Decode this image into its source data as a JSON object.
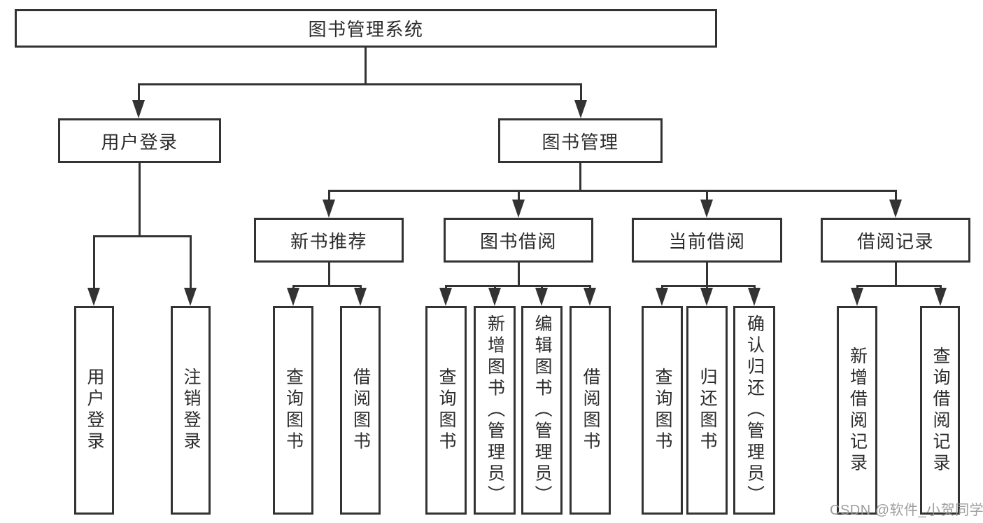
{
  "diagram": {
    "root": {
      "label": "图书管理系统"
    },
    "level2": [
      {
        "label": "用户登录"
      },
      {
        "label": "图书管理"
      }
    ],
    "level3": [
      {
        "label": "新书推荐"
      },
      {
        "label": "图书借阅"
      },
      {
        "label": "当前借阅"
      },
      {
        "label": "借阅记录"
      }
    ],
    "leaves": {
      "user_login": [
        {
          "label": "用户登录"
        },
        {
          "label": "注销登录"
        }
      ],
      "new_books": [
        {
          "label": "查询图书"
        },
        {
          "label": "借阅图书"
        }
      ],
      "book_borrow": [
        {
          "label": "查询图书"
        },
        {
          "label": "新增图书（管理员）"
        },
        {
          "label": "编辑图书（管理员）"
        },
        {
          "label": "借阅图书"
        }
      ],
      "current_borrow": [
        {
          "label": "查询图书"
        },
        {
          "label": "归还图书"
        },
        {
          "label": "确认归还（管理员）"
        }
      ],
      "borrow_records": [
        {
          "label": "新增借阅记录"
        },
        {
          "label": "查询借阅记录"
        }
      ]
    }
  },
  "watermark": {
    "text": "CSDN @软件_小贺同学"
  },
  "colors": {
    "line": "#333333",
    "box_border": "#333333",
    "box_fill": "#ffffff",
    "text": "#2b2b2b",
    "watermark": "#969696",
    "background": "#ffffff"
  }
}
